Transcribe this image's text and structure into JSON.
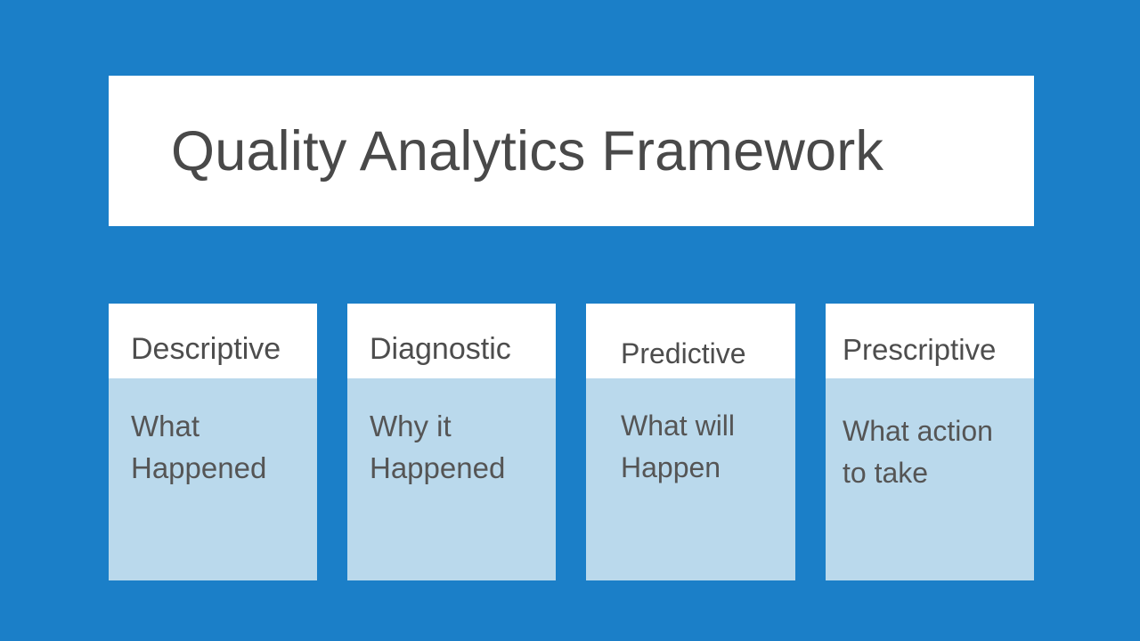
{
  "slide": {
    "background_color": "#1b7fc8",
    "title": "Quality Analytics Framework",
    "title_color": "#494949",
    "title_panel_color": "#ffffff",
    "card_header_color": "#ffffff",
    "card_body_color": "#bad9ec",
    "card_text_color": "#4d4d4d"
  },
  "cards": [
    {
      "header": "Descriptive",
      "body": "What\nHappened"
    },
    {
      "header": "Diagnostic",
      "body": "Why it\nHappened"
    },
    {
      "header": "Predictive",
      "body": "What will\nHappen"
    },
    {
      "header": "Prescriptive",
      "body": "What action\nto take"
    }
  ]
}
